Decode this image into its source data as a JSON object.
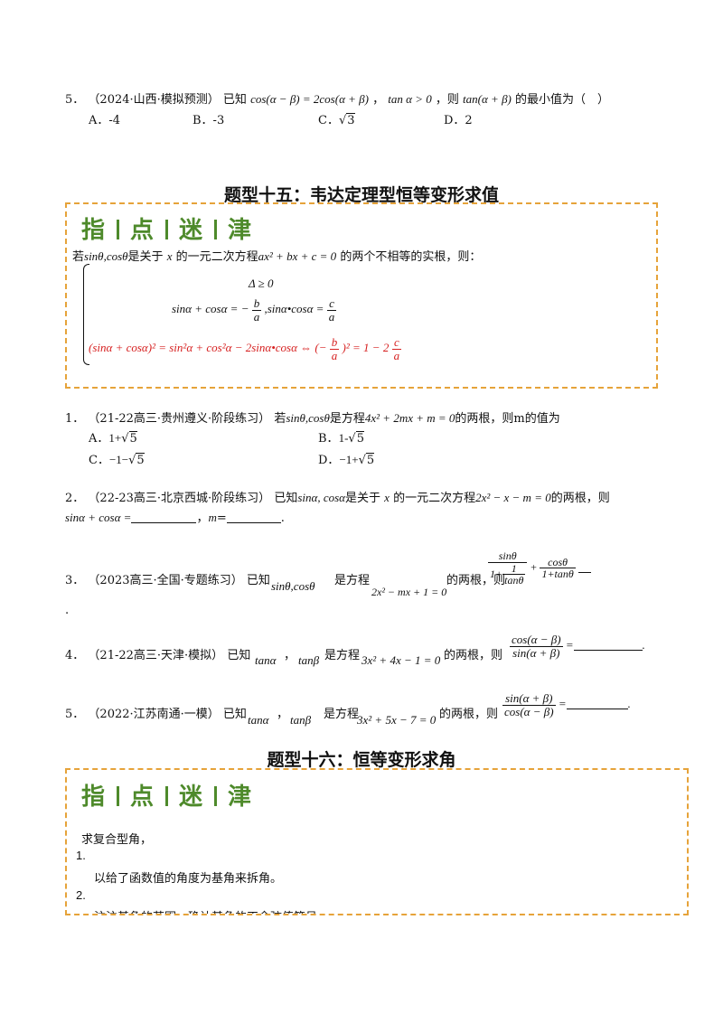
{
  "q5a": {
    "num": "5．",
    "src": "（2024·山西·模拟预测）",
    "text1": "已知",
    "cond1": "cos(α − β) = 2cos(α + β)",
    "comma": "，",
    "cond2": "tan α > 0",
    "text2": "，则",
    "expr": "tan(α + β)",
    "text3": "的最小值为（　）",
    "options": [
      "A．-4",
      "B．-3",
      "C．",
      "D．2"
    ],
    "optC_sqrt": "√",
    "optC_val": "3"
  },
  "section15": {
    "title": "题型十五：韦达定理型恒等变形求值",
    "tips": [
      "指",
      "点",
      "迷",
      "津"
    ],
    "line1_a": "若",
    "line1_m1": "sinθ,cosθ",
    "line1_b": "是关于",
    "line1_x": "x",
    "line1_c": "的一元二次方程",
    "line1_eq": "ax² + bx + c = 0",
    "line1_d": "的两个不相等的实根，则：",
    "eq1": "Δ ≥ 0",
    "eq2_a": "sinα + cosα = −",
    "eq2_num": "b",
    "eq2_den": "a",
    "eq2_b": ",sinα•cosα =",
    "eq2_num2": "c",
    "eq2_den2": "a",
    "eq3_a": "(sinα + cosα)² = sin²α + cos²α − 2sinα•cosα ⇔ (−",
    "eq3_num": "b",
    "eq3_den": "a",
    "eq3_b": ")² = 1 − 2",
    "eq3_num2": "c",
    "eq3_den2": "a"
  },
  "q1": {
    "num": "1．",
    "src": "（21-22高三·贵州遵义·阶段练习）",
    "text1": "若",
    "m1": "sinθ,cosθ",
    "text2": "是方程",
    "eq": "4x² + 2mx + m = 0",
    "text3": "的两根，则m的值为",
    "optA_lbl": "A．",
    "optA_val": "1+",
    "optA_rad": "5",
    "optB_lbl": "B．",
    "optB_val": "1-",
    "optB_rad": "5",
    "optC_lbl": "C．",
    "optC_val": "−1−",
    "optC_rad": "5",
    "optD_lbl": "D．",
    "optD_val": "−1+",
    "optD_rad": "5",
    "sqrt": "√"
  },
  "q2": {
    "num": "2．",
    "src": "（22-23高三·北京西城·阶段练习）",
    "text1": "已知",
    "m1": "sinα, cosα",
    "text2": "是关于",
    "x": "x",
    "text3": "的一元二次方程",
    "eq": "2x² − x − m = 0",
    "text4": "的两根，则",
    "line2_a": "sinα + cosα =",
    "line2_b": "，",
    "line2_m": "m",
    "line2_c": "=",
    "end": "."
  },
  "q3": {
    "num": "3．",
    "src": "（2023高三·全国·专题练习）",
    "text1": "已知",
    "m1": "sinθ,cosθ",
    "text2": "是方程",
    "eq": "2x² − mx + 1 = 0",
    "text3": "的两根，则",
    "f1_num": "sinθ",
    "f1_den_a": "1+",
    "f1_inner_num": "1",
    "f1_inner_den": "tanθ",
    "plus": "+",
    "f2_num": "cosθ",
    "f2_den": "1+tanθ",
    "blank": "",
    "dot": "."
  },
  "q4": {
    "num": "4．",
    "src": "（21-22高三·天津·模拟）",
    "text1": "已知",
    "m1": "tanα",
    "comma": "，",
    "m2": "tanβ",
    "text2": "是方程",
    "eq": "3x² + 4x − 1 = 0",
    "text3": "的两根，则",
    "f_num": "cos(α − β)",
    "f_den": "sin(α + β)",
    "eqsign": "=",
    "end": "."
  },
  "q5b": {
    "num": "5．",
    "src": "（2022·江苏南通·一模）",
    "text1": "已知",
    "m1": "tanα",
    "comma": "，",
    "m2": "tanβ",
    "text2": "是方程",
    "eq": "3x² + 5x − 7 = 0",
    "text3": "的两根，则",
    "f_num": "sin(α + β)",
    "f_den": "cos(α − β)",
    "eqsign": "=",
    "end": "."
  },
  "section16": {
    "title": "题型十六：恒等变形求角",
    "tips": [
      "指",
      "点",
      "迷",
      "津"
    ],
    "line1": "求复合型角，",
    "n1": "1.",
    "line2": "以给了函数值的角度为基角来拆角。",
    "n2": "2.",
    "line3": "注注基角的范围，确认基角的正余弦值符号"
  }
}
